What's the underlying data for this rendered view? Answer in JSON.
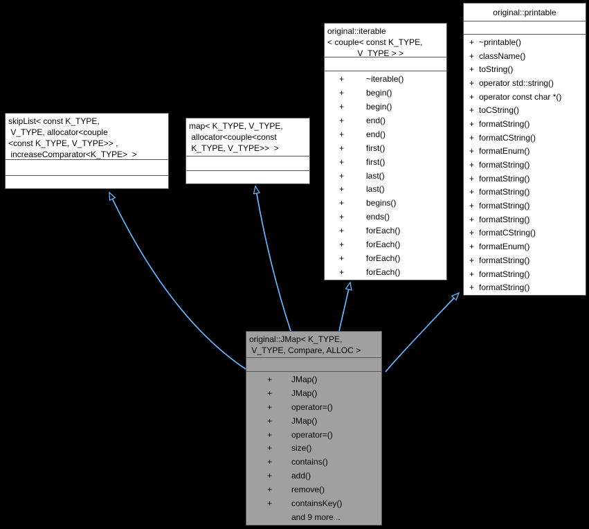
{
  "diagram_title": "Inheritance graph for original::JMap",
  "theme": {
    "background": "#000000",
    "box_fill": "#ffffff",
    "highlight_fill": "#a0a0a0",
    "border_color": "#565656",
    "arrow_color": "#63b8ff",
    "text_color": "#000000"
  },
  "classes": {
    "skiplist": {
      "title": "skipList< const K_TYPE,\n V_TYPE, allocator<couple\n<const K_TYPE, V_TYPE>> ,\n increaseComparator<K_TYPE>  >",
      "members": []
    },
    "map": {
      "title": "map< K_TYPE, V_TYPE,\n allocator<couple<const\n K_TYPE, V_TYPE>>  >",
      "members": []
    },
    "iterable": {
      "title": "original::iterable\n< couple< const K_TYPE,\n             V_TYPE > >",
      "members": [
        {
          "vis": "+",
          "name": "~iterable()"
        },
        {
          "vis": "+",
          "name": "begin()"
        },
        {
          "vis": "+",
          "name": "begin()"
        },
        {
          "vis": "+",
          "name": "end()"
        },
        {
          "vis": "+",
          "name": "end()"
        },
        {
          "vis": "+",
          "name": "first()"
        },
        {
          "vis": "+",
          "name": "first()"
        },
        {
          "vis": "+",
          "name": "last()"
        },
        {
          "vis": "+",
          "name": "last()"
        },
        {
          "vis": "+",
          "name": "begins()"
        },
        {
          "vis": "+",
          "name": "ends()"
        },
        {
          "vis": "+",
          "name": "forEach()"
        },
        {
          "vis": "+",
          "name": "forEach()"
        },
        {
          "vis": "+",
          "name": "forEach()"
        },
        {
          "vis": "+",
          "name": "forEach()"
        }
      ]
    },
    "printable": {
      "title": "original::printable",
      "members": [
        {
          "vis": "+",
          "name": "~printable()"
        },
        {
          "vis": "+",
          "name": "className()"
        },
        {
          "vis": "+",
          "name": "toString()"
        },
        {
          "vis": "+",
          "name": "operator std::string()"
        },
        {
          "vis": "+",
          "name": "operator const char *()"
        },
        {
          "vis": "+",
          "name": "toCString()"
        },
        {
          "vis": "+",
          "name": "formatString()"
        },
        {
          "vis": "+",
          "name": "formatCString()"
        },
        {
          "vis": "+",
          "name": "formatEnum()"
        },
        {
          "vis": "+",
          "name": "formatString()"
        },
        {
          "vis": "+",
          "name": "formatString()"
        },
        {
          "vis": "+",
          "name": "formatString()"
        },
        {
          "vis": "+",
          "name": "formatString()"
        },
        {
          "vis": "+",
          "name": "formatString()"
        },
        {
          "vis": "+",
          "name": "formatCString()"
        },
        {
          "vis": "+",
          "name": "formatEnum()"
        },
        {
          "vis": "+",
          "name": "formatString()"
        },
        {
          "vis": "+",
          "name": "formatString()"
        },
        {
          "vis": "+",
          "name": "formatString()"
        }
      ]
    },
    "jmap": {
      "title": "original::JMap< K_TYPE,\n V_TYPE, Compare, ALLOC >",
      "members": [
        {
          "vis": "+",
          "name": "JMap()"
        },
        {
          "vis": "+",
          "name": "JMap()"
        },
        {
          "vis": "+",
          "name": "operator=()"
        },
        {
          "vis": "+",
          "name": "JMap()"
        },
        {
          "vis": "+",
          "name": "operator=()"
        },
        {
          "vis": "+",
          "name": "size()"
        },
        {
          "vis": "+",
          "name": "contains()"
        },
        {
          "vis": "+",
          "name": "add()"
        },
        {
          "vis": "+",
          "name": "remove()"
        },
        {
          "vis": "+",
          "name": "containsKey()"
        },
        {
          "vis": "",
          "name": "and 9 more..."
        }
      ]
    }
  },
  "edges": [
    {
      "from": "original::JMap",
      "to": "skipList",
      "type": "inheritance"
    },
    {
      "from": "original::JMap",
      "to": "map",
      "type": "inheritance"
    },
    {
      "from": "original::JMap",
      "to": "original::iterable",
      "type": "inheritance"
    },
    {
      "from": "original::JMap",
      "to": "original::printable",
      "type": "inheritance"
    }
  ]
}
